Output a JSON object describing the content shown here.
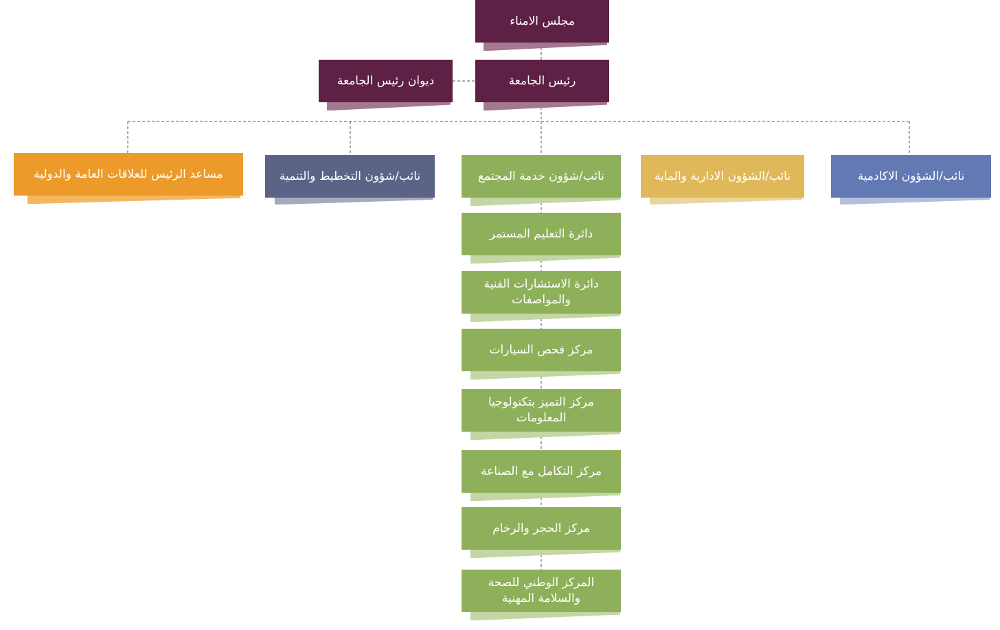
{
  "colors": {
    "purple": "#5e2145",
    "purple_shadow": "#a47891",
    "orange": "#ec9a29",
    "orange_shadow": "#f3b860",
    "slate": "#5b6486",
    "slate_shadow": "#a4a9bd",
    "green": "#8fb05a",
    "green_shadow": "#c4d6a3",
    "gold": "#dfb85a",
    "gold_shadow": "#ebd59c",
    "blue": "#6379b4",
    "blue_shadow": "#b3bfdc",
    "connector": "#555555"
  },
  "diagram": {
    "board": {
      "label": "مجلس الامناء"
    },
    "president": {
      "label": "رئيس الجامعة"
    },
    "president_office": {
      "label": "ديوان رئيس الجامعة"
    },
    "assistant_relations": {
      "label": "مساعد الرئيس للعلاقات العامة والدولية"
    },
    "vp_planning": {
      "label": "نائب/شؤون التخطيط والتنمية"
    },
    "vp_community": {
      "label": "نائب/شؤون خدمة المجتمع"
    },
    "vp_admin_finance": {
      "label": "نائب/الشؤون الادارية والماية"
    },
    "vp_academic": {
      "label": "نائب/الشؤون الاكادمية"
    },
    "community_units": [
      {
        "label": "دائرة التعليم المستمر"
      },
      {
        "label": "دائرة الاستشارات الفنية والمواصفات"
      },
      {
        "label": "مركز فحص السيارات"
      },
      {
        "label": "مركز التميز بتكنولوجيا المعلومات"
      },
      {
        "label": "مركز التكامل مع الصناعة"
      },
      {
        "label": "مركز الحجر والرخام"
      },
      {
        "label": "المركز الوطني للصحة والسلامة المهنية"
      }
    ]
  }
}
